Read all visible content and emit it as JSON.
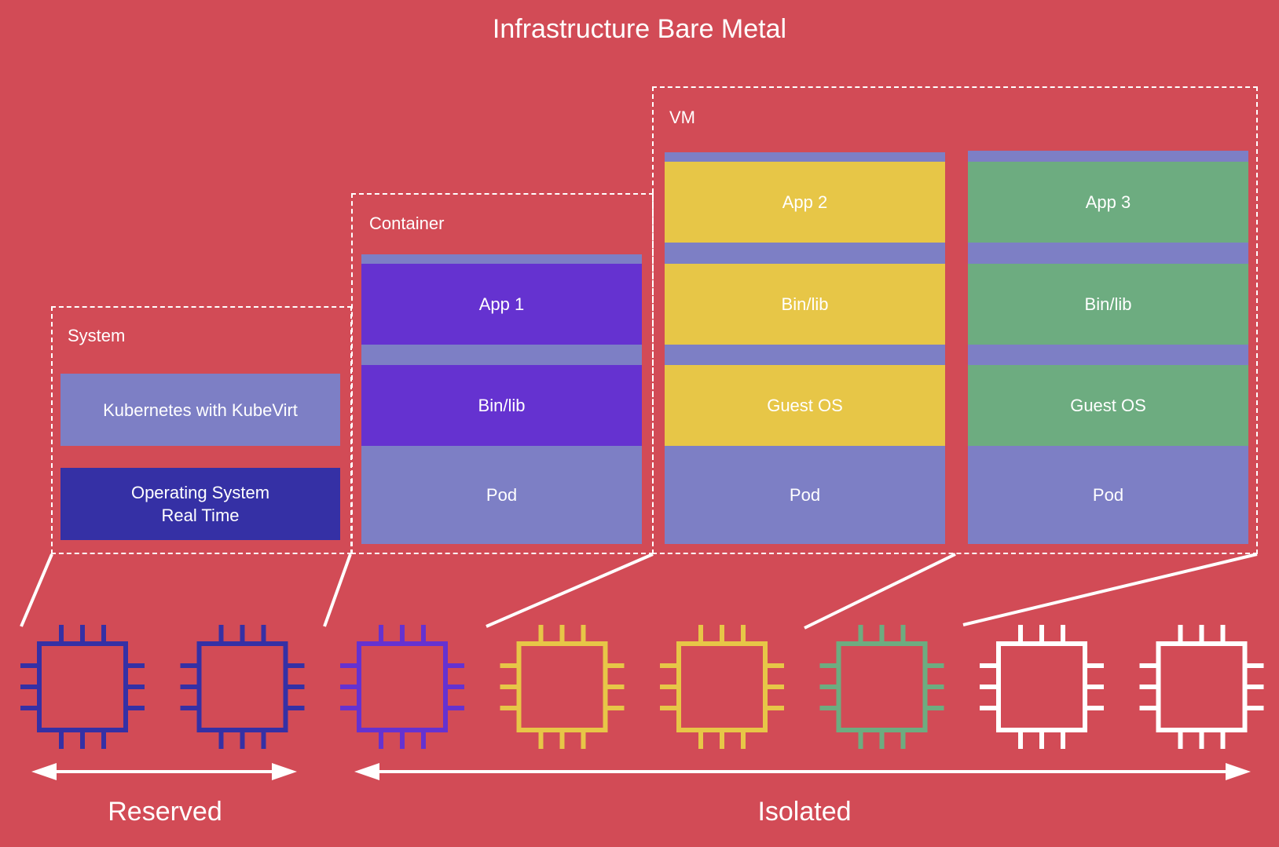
{
  "title": "Infrastructure Bare Metal",
  "colors": {
    "background": "#d24b56",
    "pod": "#7d7fc5",
    "container": "#6532d0",
    "app2": "#e7c647",
    "app3": "#6dac80",
    "kubernetes": "#7d7fc5",
    "os": "#3530a5",
    "white": "#ffffff"
  },
  "system": {
    "label": "System",
    "kubernetes": "Kubernetes with KubeVirt",
    "os": "Operating System\nReal Time"
  },
  "container": {
    "label": "Container",
    "app": "App 1",
    "binlib": "Bin/lib",
    "pod": "Pod"
  },
  "vm": {
    "label": "VM",
    "stacks": [
      {
        "app": "App 2",
        "binlib": "Bin/lib",
        "guestos": "Guest OS",
        "pod": "Pod"
      },
      {
        "app": "App 3",
        "binlib": "Bin/lib",
        "guestos": "Guest OS",
        "pod": "Pod"
      }
    ]
  },
  "cpus": [
    {
      "icon": "cpu-chip-icon",
      "color": "#3530a5"
    },
    {
      "icon": "cpu-chip-icon",
      "color": "#3530a5"
    },
    {
      "icon": "cpu-chip-icon",
      "color": "#6532d0"
    },
    {
      "icon": "cpu-chip-icon",
      "color": "#e7c647"
    },
    {
      "icon": "cpu-chip-icon",
      "color": "#e7c647"
    },
    {
      "icon": "cpu-chip-icon",
      "color": "#6dac80"
    },
    {
      "icon": "cpu-chip-icon",
      "color": "#ffffff"
    },
    {
      "icon": "cpu-chip-icon",
      "color": "#ffffff"
    }
  ],
  "ranges": {
    "reserved": "Reserved",
    "isolated": "Isolated"
  }
}
